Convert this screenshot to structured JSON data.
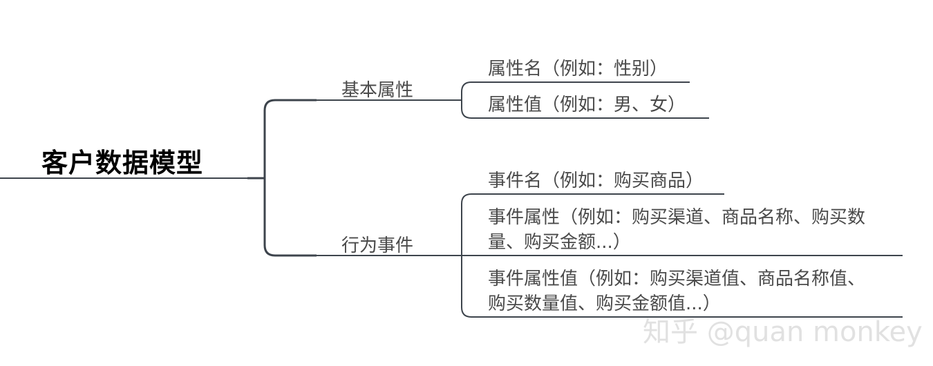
{
  "root": {
    "label": "客户数据模型"
  },
  "branches": [
    {
      "label": "基本属性",
      "children": [
        {
          "lines": [
            "属性名（例如：性别）"
          ]
        },
        {
          "lines": [
            "属性值（例如：男、女）"
          ]
        }
      ]
    },
    {
      "label": "行为事件",
      "children": [
        {
          "lines": [
            "事件名（例如：购买商品）"
          ]
        },
        {
          "lines": [
            "事件属性（例如：购买渠道、商品名称、购买数",
            "量、购买金额...）"
          ]
        },
        {
          "lines": [
            "事件属性值（例如：购买渠道值、商品名称值、",
            "购买数量值、购买金额值...）"
          ]
        }
      ]
    }
  ],
  "watermark": "知乎 @quan monkey",
  "colors": {
    "connector": "#3d444c",
    "root_text": "#000000",
    "node_text": "#4a4a4a"
  }
}
